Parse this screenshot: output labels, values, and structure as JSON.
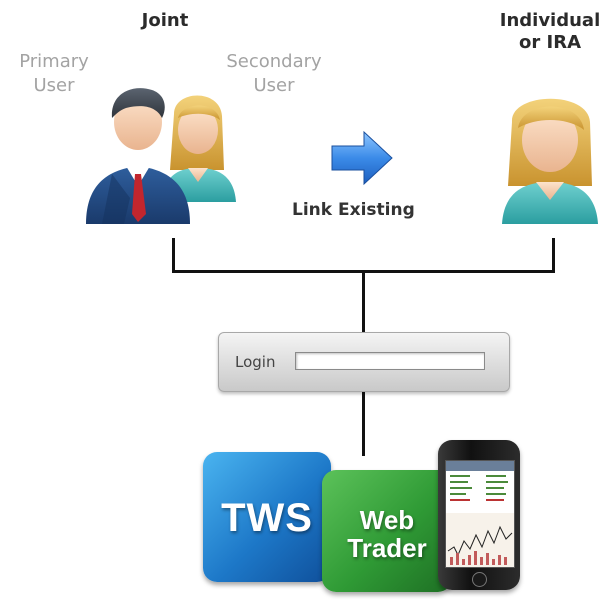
{
  "groups": {
    "joint": {
      "title": "Joint",
      "primary_line1": "Primary",
      "primary_line2": "User",
      "secondary_line1": "Secondary",
      "secondary_line2": "User"
    },
    "individual": {
      "title_line1": "Individual",
      "title_line2": "or IRA"
    }
  },
  "link": {
    "label": "Link Existing",
    "arrow_color": "#2f7fe0"
  },
  "login": {
    "label": "Login",
    "value": ""
  },
  "platforms": {
    "tws": {
      "label": "TWS",
      "color": "#1d78c8"
    },
    "webtrader": {
      "line1": "Web",
      "line2": "Trader",
      "color": "#2f9a35"
    }
  },
  "icons": [
    "man-user-icon",
    "woman-user-icon",
    "right-arrow-icon",
    "phone-icon"
  ],
  "colors": {
    "title": "#2b2b2b",
    "muted": "#a3a3a3",
    "connector": "#111111"
  }
}
